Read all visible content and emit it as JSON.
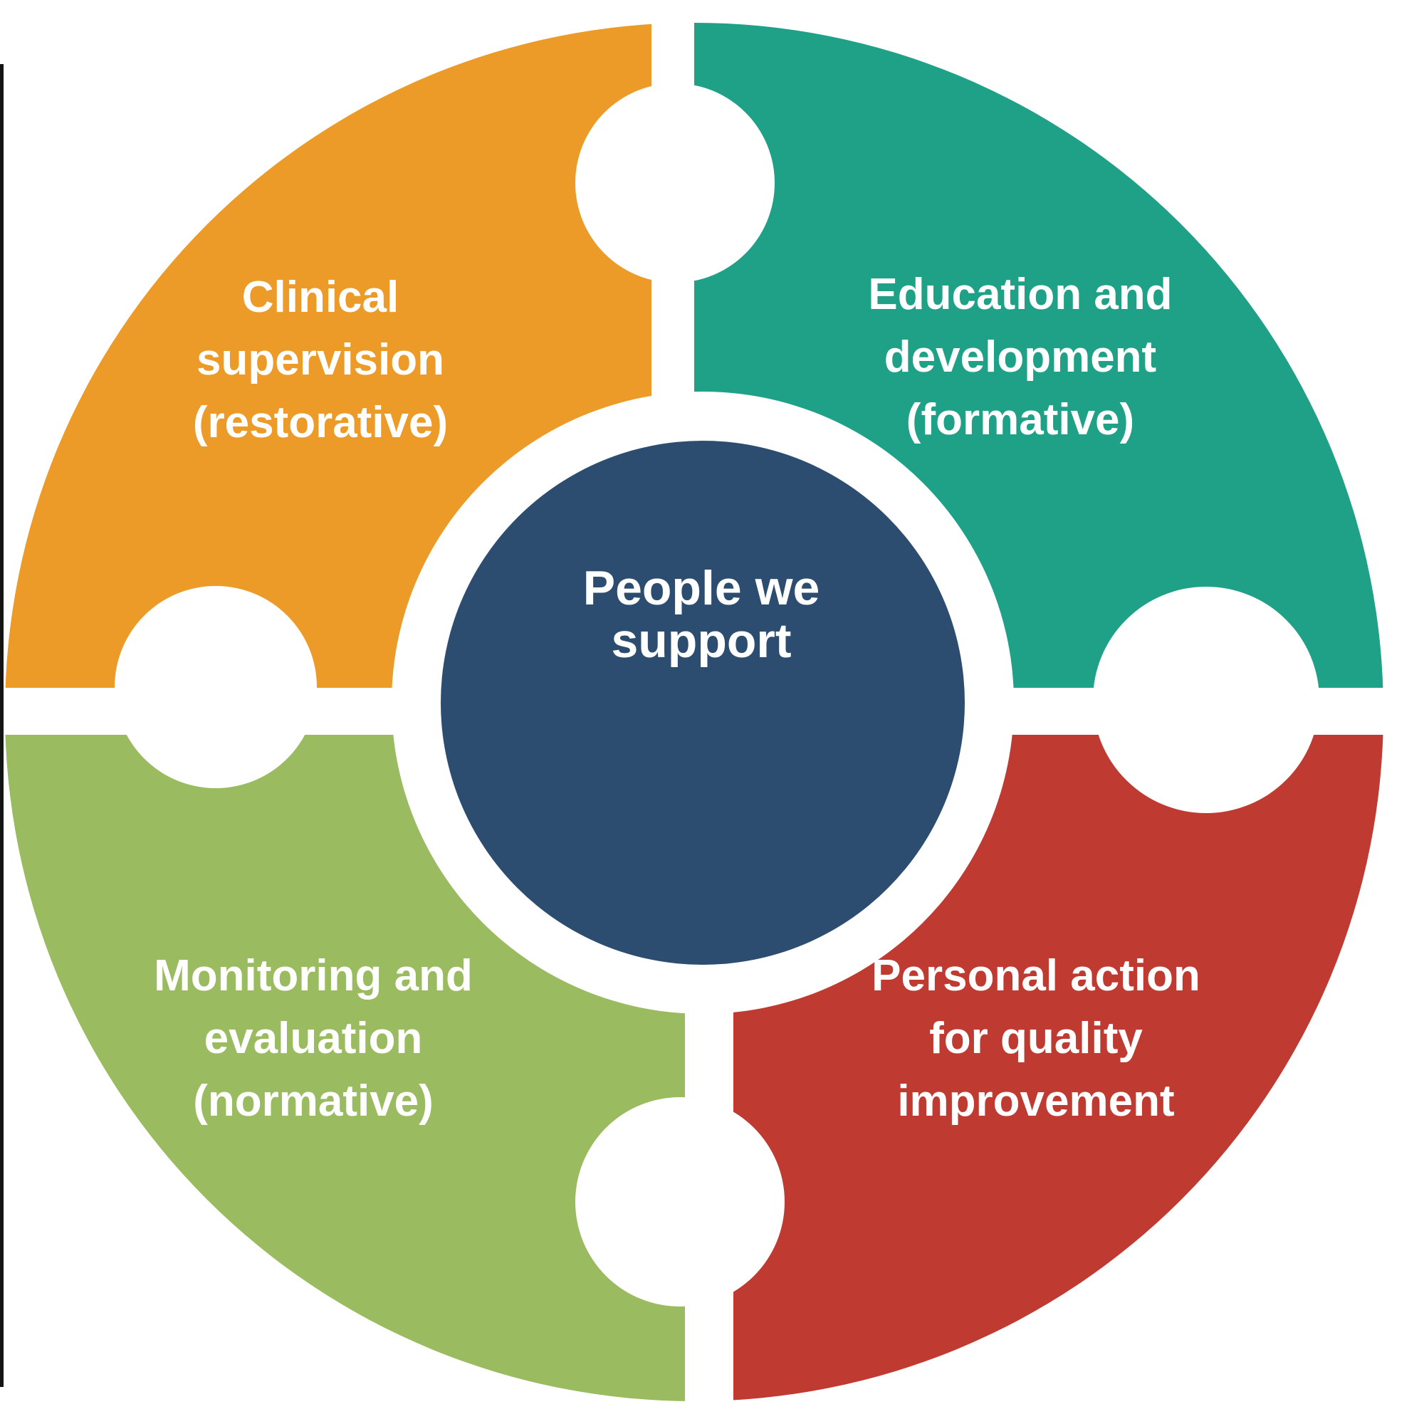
{
  "colors": {
    "background": "#FFFFFF",
    "orange": "#EC9B28",
    "teal": "#1FA187",
    "green": "#9ABB5F",
    "red": "#BF3A31",
    "navy": "#2C4D6F",
    "white": "#FFFFFF",
    "edge_line": "#141414",
    "label_text": "#FFFFFF"
  },
  "center": {
    "lines": [
      "People we",
      "support"
    ]
  },
  "quadrants": {
    "top_left": {
      "lines": [
        "Clinical",
        "supervision",
        "(restorative)"
      ]
    },
    "top_right": {
      "lines": [
        "Education and",
        "development",
        "(formative)"
      ]
    },
    "bottom_left": {
      "lines": [
        "Monitoring and",
        "evaluation",
        "(normative)"
      ]
    },
    "bottom_right": {
      "lines": [
        "Personal action",
        "for quality",
        "improvement"
      ]
    }
  }
}
